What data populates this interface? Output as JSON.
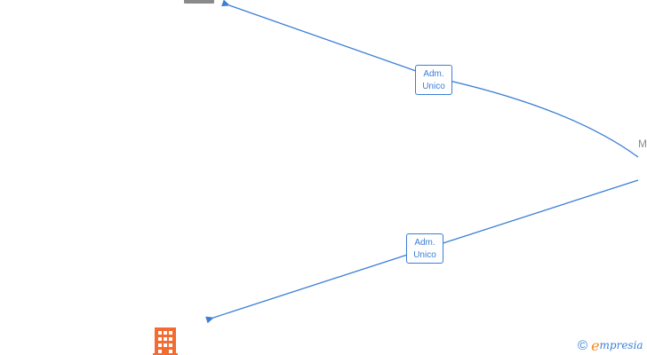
{
  "edges": [
    {
      "label_line1": "Adm.",
      "label_line2": "Unico"
    },
    {
      "label_line1": "Adm.",
      "label_line2": "Unico"
    }
  ],
  "center_node": {
    "text": "M"
  },
  "nodes": {
    "top_icon": "person-icon",
    "bottom_icon": "building-icon"
  },
  "footer": {
    "copyright_symbol": "©",
    "brand_initial": "e",
    "brand_rest": "mpresia"
  },
  "colors": {
    "link": "#3a7fd5",
    "person_gray": "#8a8a8a",
    "company_orange": "#f26c32",
    "brand_orange": "#f08a24"
  }
}
